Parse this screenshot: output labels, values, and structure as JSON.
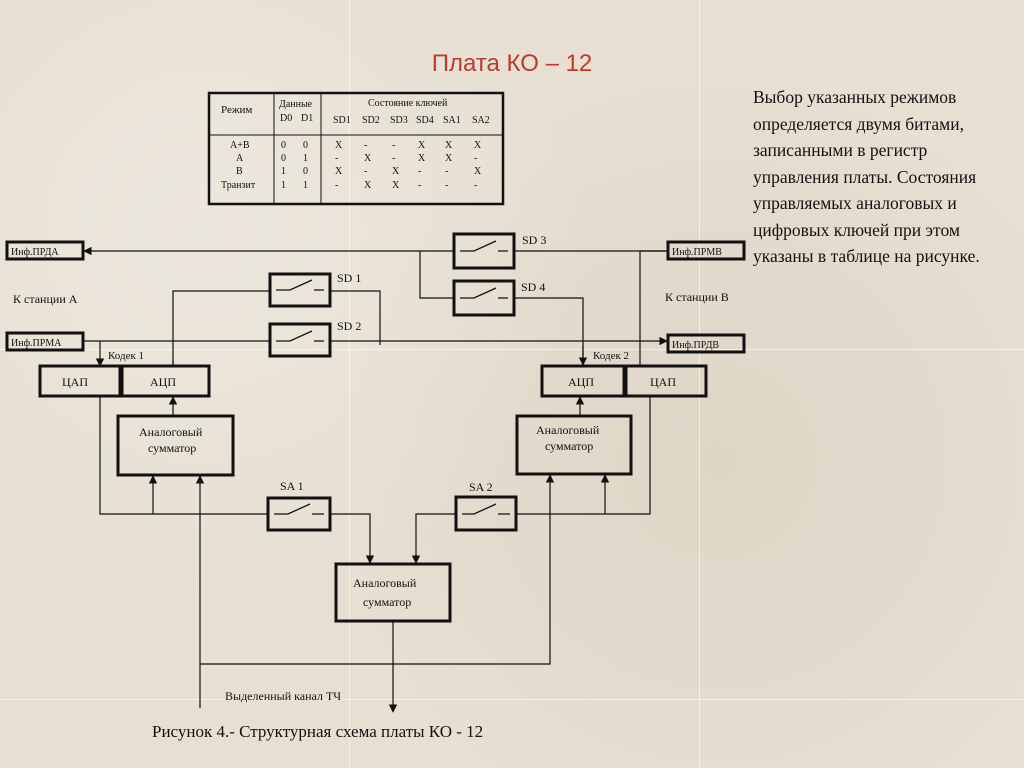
{
  "title": "Плата  КО – 12",
  "side_text": "Выбор указанных режимов определяется двумя битами, записанными в регистр управления платы. Состояния управляемых аналоговых и цифровых ключей при этом указаны в таблице на рисунке.",
  "caption": "Рисунок 4.- Структурная схема платы КО - 12",
  "table": {
    "mode_header": "Режим",
    "data_header": "Данные",
    "data_cols": [
      "D0",
      "D1"
    ],
    "state_header": "Состояние ключей",
    "key_cols": [
      "SD1",
      "SD2",
      "SD3",
      "SD4",
      "SA1",
      "SA2"
    ],
    "rows": [
      {
        "mode": "А+В",
        "d0": "0",
        "d1": "0",
        "keys": [
          "X",
          "-",
          "-",
          "X",
          "X",
          "X"
        ]
      },
      {
        "mode": "А",
        "d0": "0",
        "d1": "1",
        "keys": [
          "-",
          "X",
          "-",
          "X",
          "X",
          "-"
        ]
      },
      {
        "mode": "В",
        "d0": "1",
        "d1": "0",
        "keys": [
          "X",
          "-",
          "X",
          "-",
          "-",
          "X"
        ]
      },
      {
        "mode": "Транзит",
        "d0": "1",
        "d1": "1",
        "keys": [
          "-",
          "X",
          "X",
          "-",
          "-",
          "-"
        ]
      }
    ]
  },
  "labels": {
    "inf_prda": "Инф.ПРДА",
    "inf_prma": "Инф.ПРМА",
    "inf_prmv": "Инф.ПРМВ",
    "inf_prdv": "Инф.ПРДВ",
    "station_a": "К станции А",
    "station_b": "К станции В",
    "codec1": "Кодек 1",
    "codec2": "Кодек 2",
    "dac": "ЦАП",
    "adc": "АЦП",
    "summator_line1": "Аналоговый",
    "summator_line2": "сумматор",
    "sd1": "SD 1",
    "sd2": "SD 2",
    "sd3": "SD 3",
    "sd4": "SD 4",
    "sa1": "SA 1",
    "sa2": "SA 2",
    "channel": "Выделенный канал ТЧ"
  }
}
